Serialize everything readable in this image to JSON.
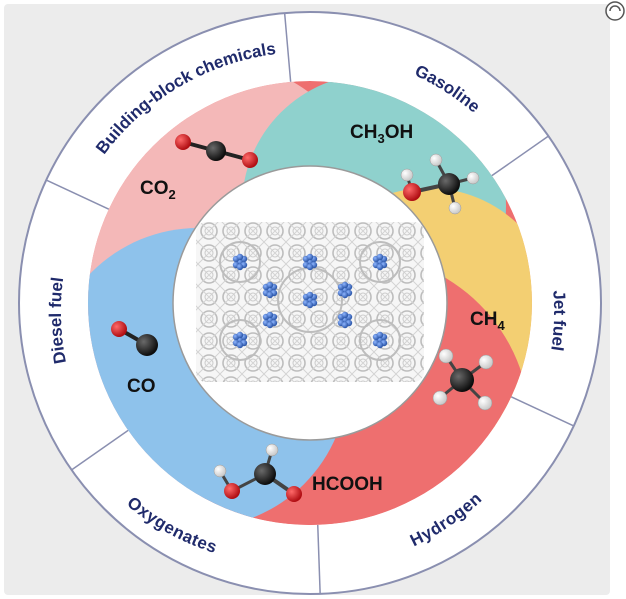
{
  "figure": {
    "outer_ring": [
      {
        "id": "building-block",
        "label": "Building-block chemicals"
      },
      {
        "id": "gasoline",
        "label": "Gasoline"
      },
      {
        "id": "jet-fuel",
        "label": "Jet fuel"
      },
      {
        "id": "hydrogen",
        "label": "Hydrogen"
      },
      {
        "id": "oxygenates",
        "label": "Oxygenates"
      },
      {
        "id": "diesel",
        "label": "Diesel fuel"
      }
    ],
    "molecules": [
      {
        "id": "co2",
        "formula": "CO",
        "sub": "2",
        "color": "#f4b8b8"
      },
      {
        "id": "ch3oh",
        "formula": "CH",
        "sub": "3",
        "tail": "OH",
        "color": "#8fd1cd"
      },
      {
        "id": "ch4",
        "formula": "CH",
        "sub": "4",
        "color": "#f3cf72"
      },
      {
        "id": "hcooh",
        "formula": "HCOOH",
        "color": "#ee6f6f"
      },
      {
        "id": "co",
        "formula": "CO",
        "color": "#8ec2eb"
      }
    ],
    "center_icon": "porous-framework-catalyst",
    "colors": {
      "ring_text": "#1f2a6b",
      "atom_carbon": "#1a1a1a",
      "atom_oxygen": "#d9141b",
      "atom_hydrogen": "#ffffff",
      "cluster": "#3a6fc4"
    }
  }
}
